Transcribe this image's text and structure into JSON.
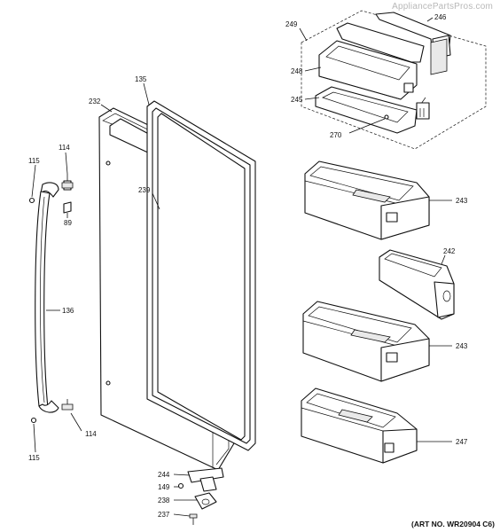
{
  "watermark": "AppliancePartsPros.com",
  "art_number": "(ART NO. WR20904 C6)",
  "callouts": {
    "c249": "249",
    "c246": "246",
    "c248": "248",
    "c245": "245",
    "c270": "270",
    "c135": "135",
    "c232": "232",
    "c239": "239",
    "c114a": "114",
    "c115a": "115",
    "c89": "89",
    "c136": "136",
    "c114b": "114",
    "c115b": "115",
    "c243a": "243",
    "c242": "242",
    "c243b": "243",
    "c247": "247",
    "c244": "244",
    "c149": "149",
    "c238": "238",
    "c237": "237"
  }
}
